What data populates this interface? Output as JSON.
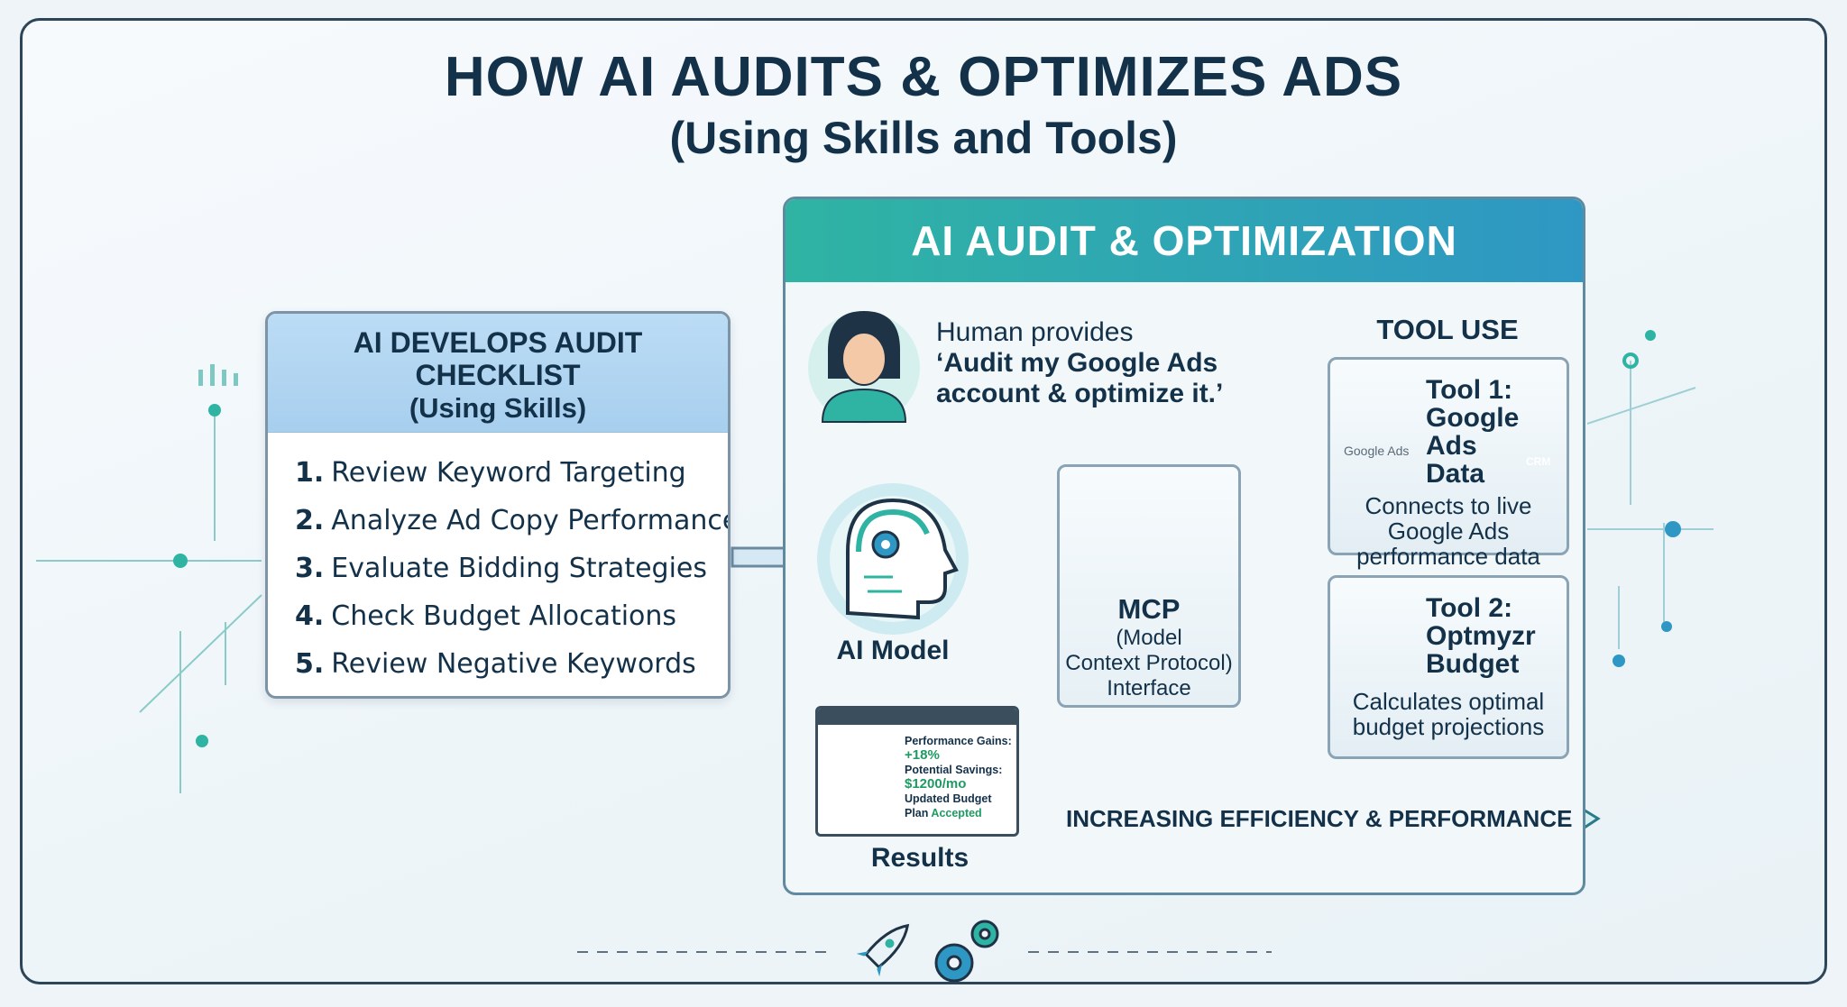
{
  "title": "HOW AI AUDITS & OPTIMIZES ADS",
  "subtitle": "(Using Skills and Tools)",
  "checklist": {
    "heading_line1": "AI DEVELOPS AUDIT",
    "heading_line2": "CHECKLIST",
    "heading_line3": "(Using Skills)",
    "items": [
      {
        "num": "1.",
        "text": "Review Keyword Targeting"
      },
      {
        "num": "2.",
        "text": "Analyze Ad Copy Performance"
      },
      {
        "num": "3.",
        "text": "Evaluate Bidding Strategies"
      },
      {
        "num": "4.",
        "text": "Check Budget Allocations"
      },
      {
        "num": "5.",
        "text": "Review Negative Keywords"
      }
    ]
  },
  "panel": {
    "heading": "AI AUDIT & OPTIMIZATION",
    "human_prompt_line1": "Human provides",
    "human_prompt_line2": "‘Audit my Google Ads",
    "human_prompt_line3": "account & optimize it.’",
    "ai_model_label": "AI Model",
    "mcp": {
      "title": "MCP",
      "line1": "(Model",
      "line2": "Context Protocol)",
      "line3": "Interface"
    },
    "tool_use_label": "TOOL USE",
    "tool1": {
      "title_line1": "Tool 1:",
      "title_line2": "Google Ads",
      "title_line3": "Data",
      "logo_caption": "Google Ads",
      "db_label": "CRM",
      "desc_line1": "Connects to live",
      "desc_line2": "Google Ads",
      "desc_line3": "performance data"
    },
    "tool2": {
      "title_line1": "Tool 2:",
      "title_line2": "Optmyzr",
      "title_line3": "Budget",
      "desc_line1": "Calculates optimal",
      "desc_line2": "budget projections"
    },
    "results": {
      "label": "Results",
      "gains_label": "Performance Gains:",
      "gains_value": "+18%",
      "savings_label": "Potential Savings:",
      "savings_value": "$1200/mo",
      "plan_line1": "Updated Budget",
      "plan_line2": "Plan",
      "plan_status": "Accepted"
    },
    "efficiency_label": "INCREASING EFFICIENCY & PERFORMANCE"
  },
  "colors": {
    "navy": "#14314a",
    "teal": "#2fa9a0",
    "blue": "#2f97c4",
    "arrow_teal": "#2a9aa2",
    "green": "#1e9a63"
  }
}
